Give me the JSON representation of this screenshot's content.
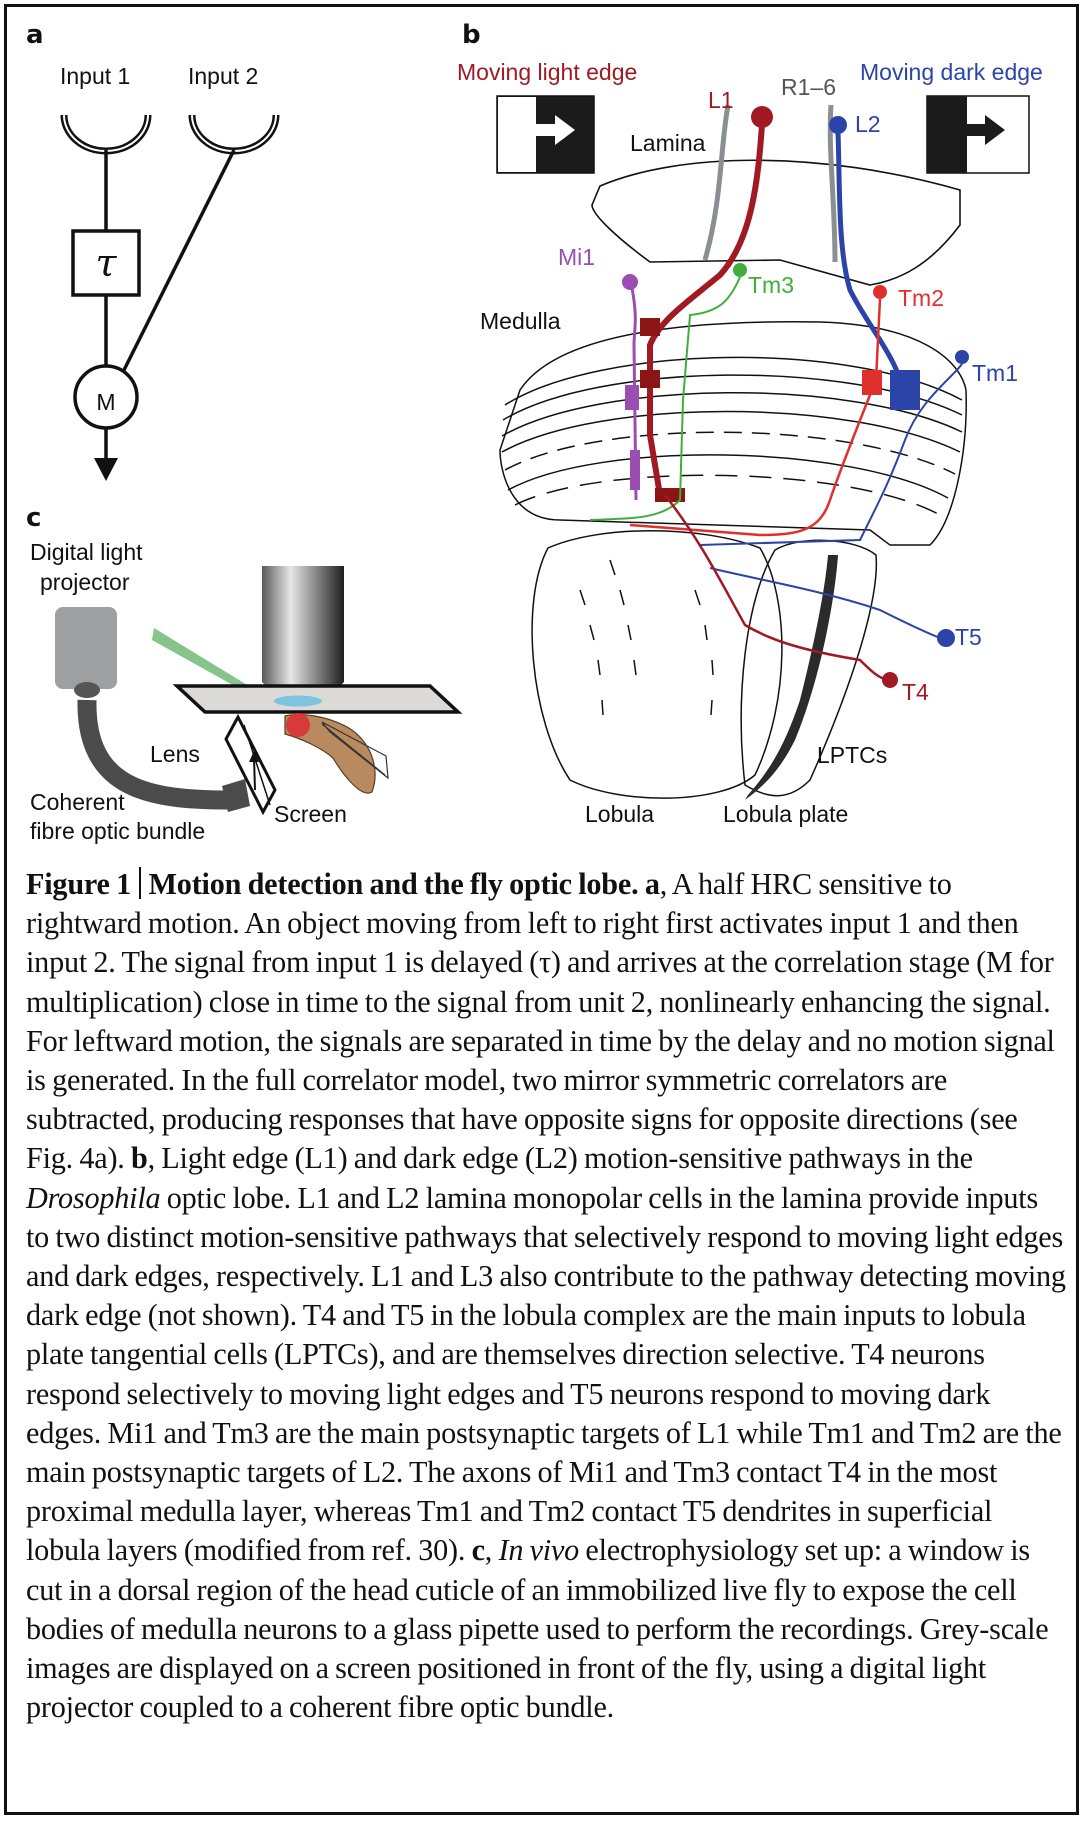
{
  "panel_a": {
    "letter": "a",
    "input1": "Input 1",
    "input2": "Input 2",
    "delay_symbol": "τ",
    "multiplier": "M"
  },
  "panel_b": {
    "letter": "b",
    "stimulus_left": "Moving light edge",
    "stimulus_right": "Moving dark edge",
    "regions": {
      "lamina": "Lamina",
      "medulla": "Medulla",
      "lobula": "Lobula",
      "lobula_plate": "Lobula plate",
      "lptcs": "LPTCs"
    },
    "cells": {
      "L1": "L1",
      "L2": "L2",
      "R": "R1–6",
      "Mi1": "Mi1",
      "Tm3": "Tm3",
      "Tm2": "Tm2",
      "Tm1": "Tm1",
      "T4": "T4",
      "T5": "T5"
    },
    "colors": {
      "light_pathway": "#a01a24",
      "dark_pathway": "#2a44a8",
      "Mi1": "#9a4fb0",
      "Tm3": "#3fae3a",
      "Tm2": "#e0302c",
      "R": "#8a8f93",
      "lptc": "#2b2b2b"
    }
  },
  "panel_c": {
    "letter": "c",
    "projector": "Digital light",
    "projector2": "projector",
    "lens": "Lens",
    "bundle1": "Coherent",
    "bundle2": "fibre optic bundle",
    "screen": "Screen"
  },
  "caption": {
    "fig_label": "Figure 1",
    "title": "Motion detection and the fly optic lobe.",
    "a_letter": "a",
    "a_text": ", A half HRC sensitive to rightward motion. An object moving from left to right first activates input 1 and then input 2. The signal from input 1 is delayed (τ) and arrives at the correlation stage (M for multiplication) close in time to the signal from unit 2, nonlinearly enhancing the signal. For leftward motion, the signals are separated in time by the delay and no motion signal is generated. In the full correlator model, two mirror symmetric correlators are subtracted, producing responses that have opposite signs for opposite directions (see Fig. 4a). ",
    "b_letter": "b",
    "b_text1": ", Light edge (L1) and dark edge (L2) motion-sensitive pathways in the ",
    "b_italic": "Drosophila",
    "b_text2": " optic lobe. L1 and L2 lamina monopolar cells in the lamina provide inputs to two distinct motion-sensitive pathways that selectively respond to moving light edges and dark edges, respectively. L1 and L3 also contribute to the pathway detecting moving dark edge (not shown). T4 and T5 in the lobula complex are the main inputs to lobula plate tangential cells (LPTCs), and are themselves direction selective. T4 neurons respond selectively to moving light edges and T5 neurons respond to moving dark edges. Mi1 and Tm3 are the main postsynaptic targets of L1 while Tm1 and Tm2 are the main postsynaptic targets of L2. The axons of Mi1 and Tm3 contact T4 in the most proximal medulla layer, whereas Tm1 and Tm2 contact T5 dendrites in superficial lobula layers (modified from ref. 30). ",
    "c_letter": "c",
    "c_sep": ", ",
    "c_italic": "In vivo",
    "c_text": " electrophysiology set up: a window is cut in a dorsal region of the head cuticle of an immobilized live fly to expose the cell bodies of medulla neurons to a glass pipette used to perform the recordings. Grey-scale images are displayed on a screen positioned in front of the fly, using a digital light projector coupled to a coherent fibre optic bundle."
  }
}
